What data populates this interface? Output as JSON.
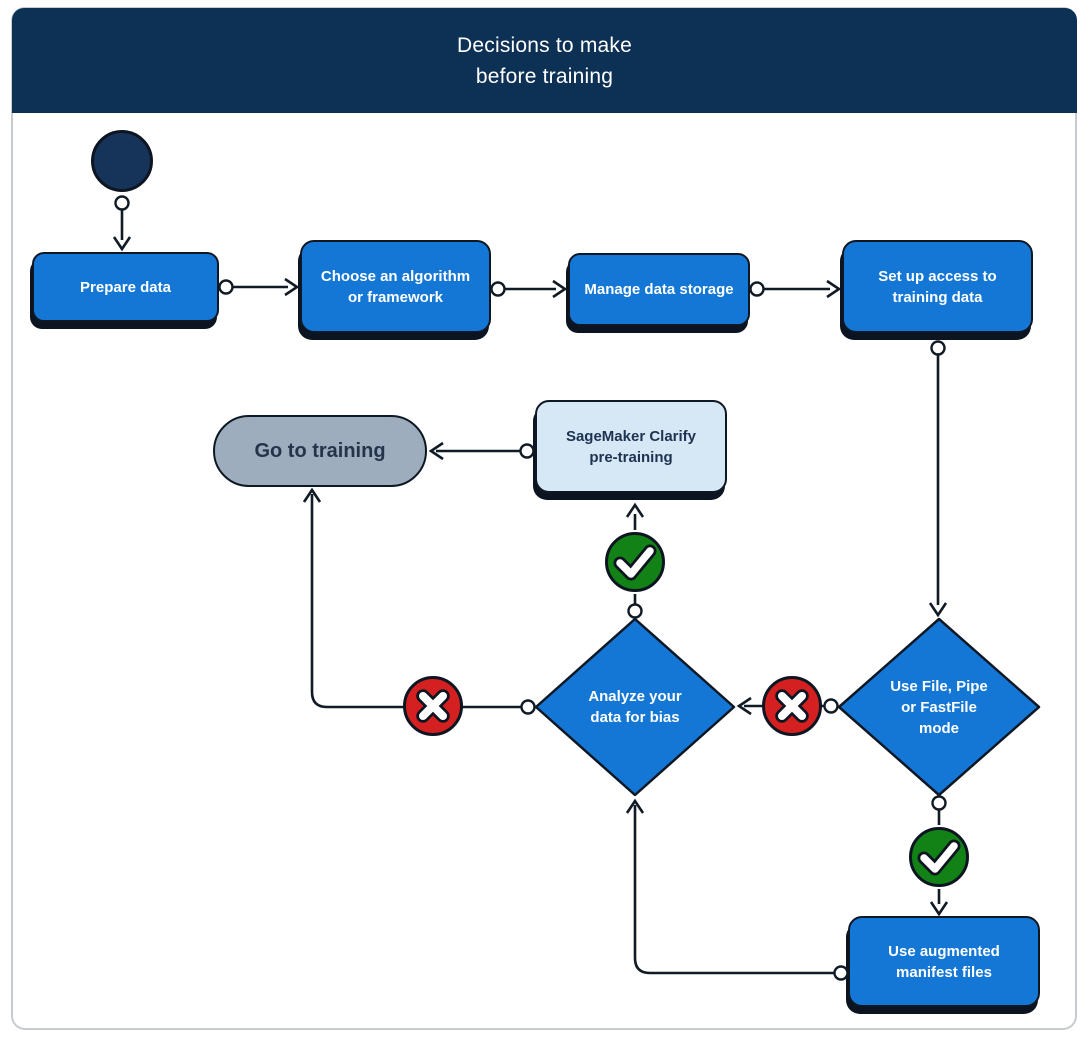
{
  "header": {
    "title": "Decisions to make\nbefore training"
  },
  "nodes": {
    "start": {
      "type": "initial-state"
    },
    "prepare_data": {
      "label": "Prepare data"
    },
    "choose_algorithm": {
      "label": "Choose an algorithm\nor framework"
    },
    "manage_storage": {
      "label": "Manage data storage"
    },
    "setup_access": {
      "label": "Set up access to\ntraining data"
    },
    "sagemaker_clarify": {
      "label": "SageMaker Clarify\npre-training"
    },
    "go_training": {
      "label": "Go to training"
    },
    "analyze_bias": {
      "label": "Analyze your\ndata for bias"
    },
    "file_mode": {
      "label": "Use File, Pipe\nor FastFile\nmode"
    },
    "augmented_manifest": {
      "label": "Use augmented\nmanifest files"
    }
  },
  "badges": {
    "yes_clarify": {
      "icon": "check-icon",
      "meaning": "yes"
    },
    "yes_manifest": {
      "icon": "check-icon",
      "meaning": "yes"
    },
    "no_left": {
      "icon": "cross-icon",
      "meaning": "no"
    },
    "no_right": {
      "icon": "cross-icon",
      "meaning": "no"
    }
  },
  "edges": [
    {
      "from": "start",
      "to": "prepare_data"
    },
    {
      "from": "prepare_data",
      "to": "choose_algorithm"
    },
    {
      "from": "choose_algorithm",
      "to": "manage_storage"
    },
    {
      "from": "manage_storage",
      "to": "setup_access"
    },
    {
      "from": "setup_access",
      "to": "file_mode"
    },
    {
      "from": "file_mode",
      "to": "analyze_bias",
      "via": "no_right"
    },
    {
      "from": "file_mode",
      "to": "augmented_manifest",
      "via": "yes_manifest"
    },
    {
      "from": "augmented_manifest",
      "to": "analyze_bias"
    },
    {
      "from": "analyze_bias",
      "to": "sagemaker_clarify",
      "via": "yes_clarify"
    },
    {
      "from": "analyze_bias",
      "to": "go_training",
      "via": "no_left"
    },
    {
      "from": "sagemaker_clarify",
      "to": "go_training"
    }
  ],
  "palette": {
    "header_bg": "#0d3055",
    "node_blue": "#1477d6",
    "node_light_blue": "#d6e7f6",
    "node_gray": "#9eadbe",
    "start_navy": "#16335a",
    "green": "#128217",
    "red": "#d42020",
    "stroke_dark": "#111b26",
    "shadow": "#0c1422",
    "text_light": "#ffffff",
    "text_dark": "#24344a",
    "card_border": "#c7cbcf"
  }
}
